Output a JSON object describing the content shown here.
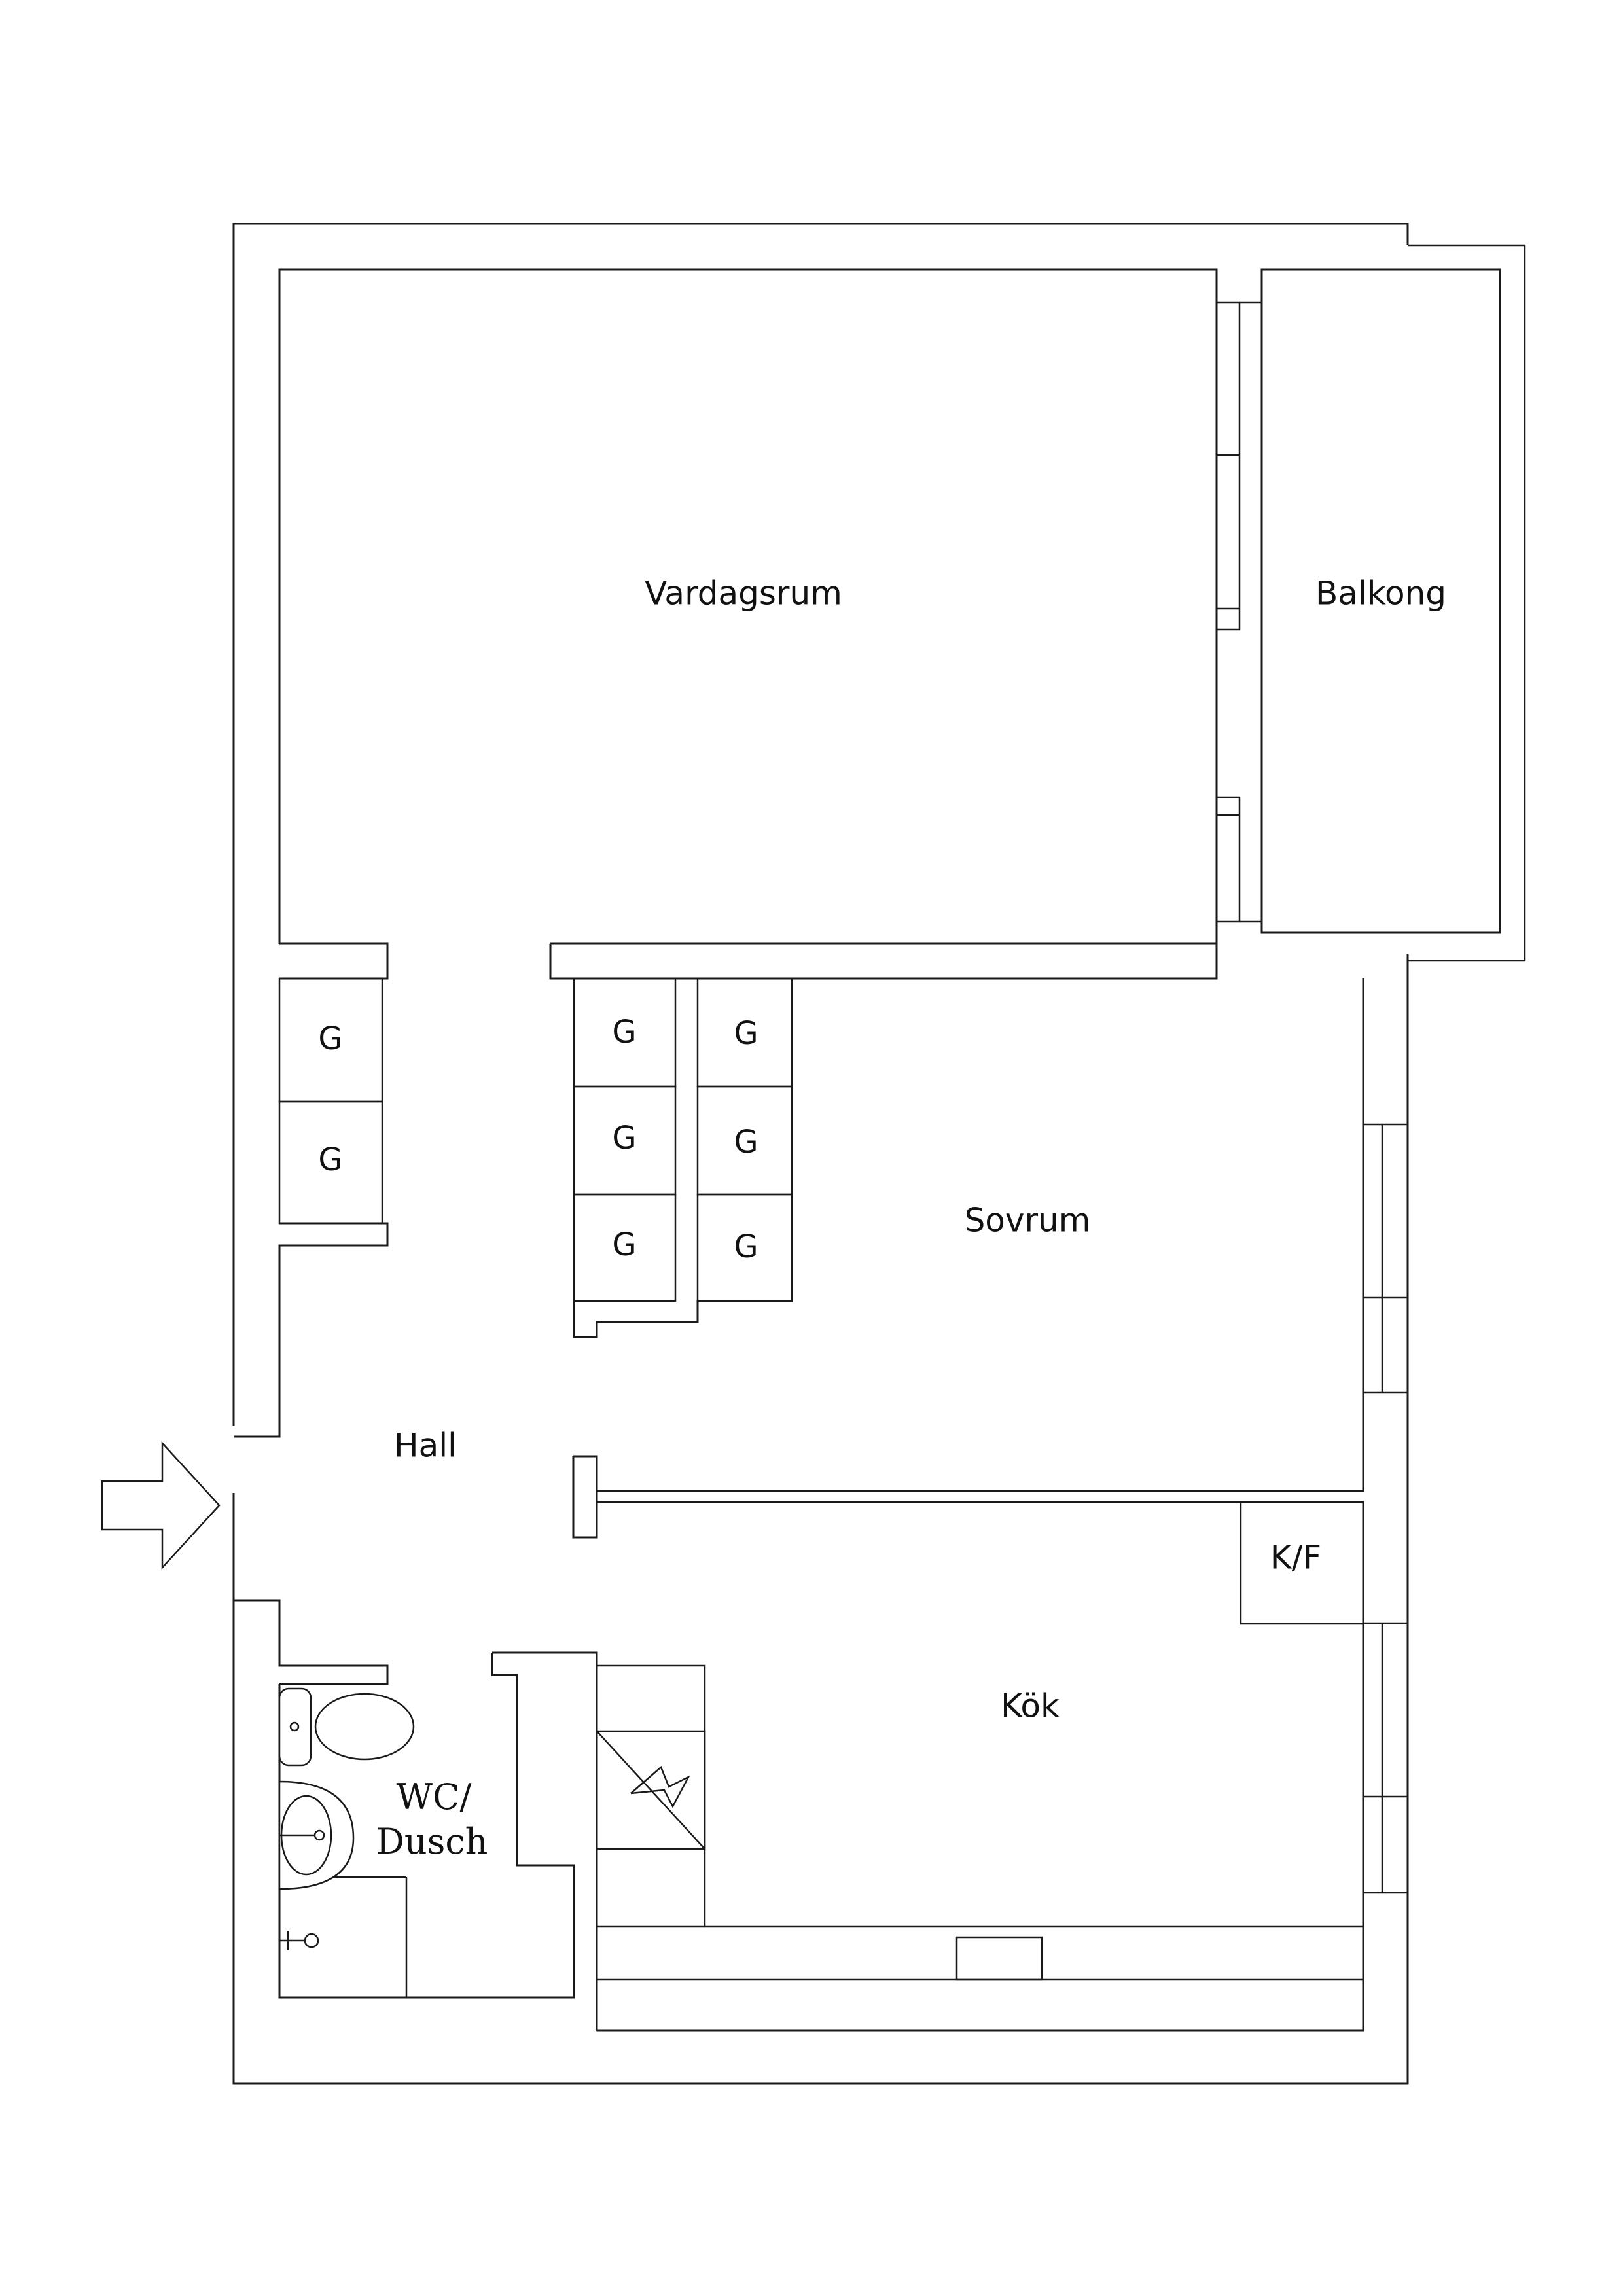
{
  "rooms": {
    "living_room": "Vardagsrum",
    "balcony": "Balkong",
    "bedroom": "Sovrum",
    "hall": "Hall",
    "kitchen": "Kök",
    "fridge_freezer": "K/F",
    "bathroom_line1": "WC/",
    "bathroom_line2": "Dusch"
  },
  "wardrobes": {
    "label": "G",
    "count": 8
  },
  "icons": [
    "entrance-arrow-icon",
    "toilet-icon",
    "sink-icon",
    "shower-icon",
    "stove-icon",
    "electric-panel-icon"
  ]
}
